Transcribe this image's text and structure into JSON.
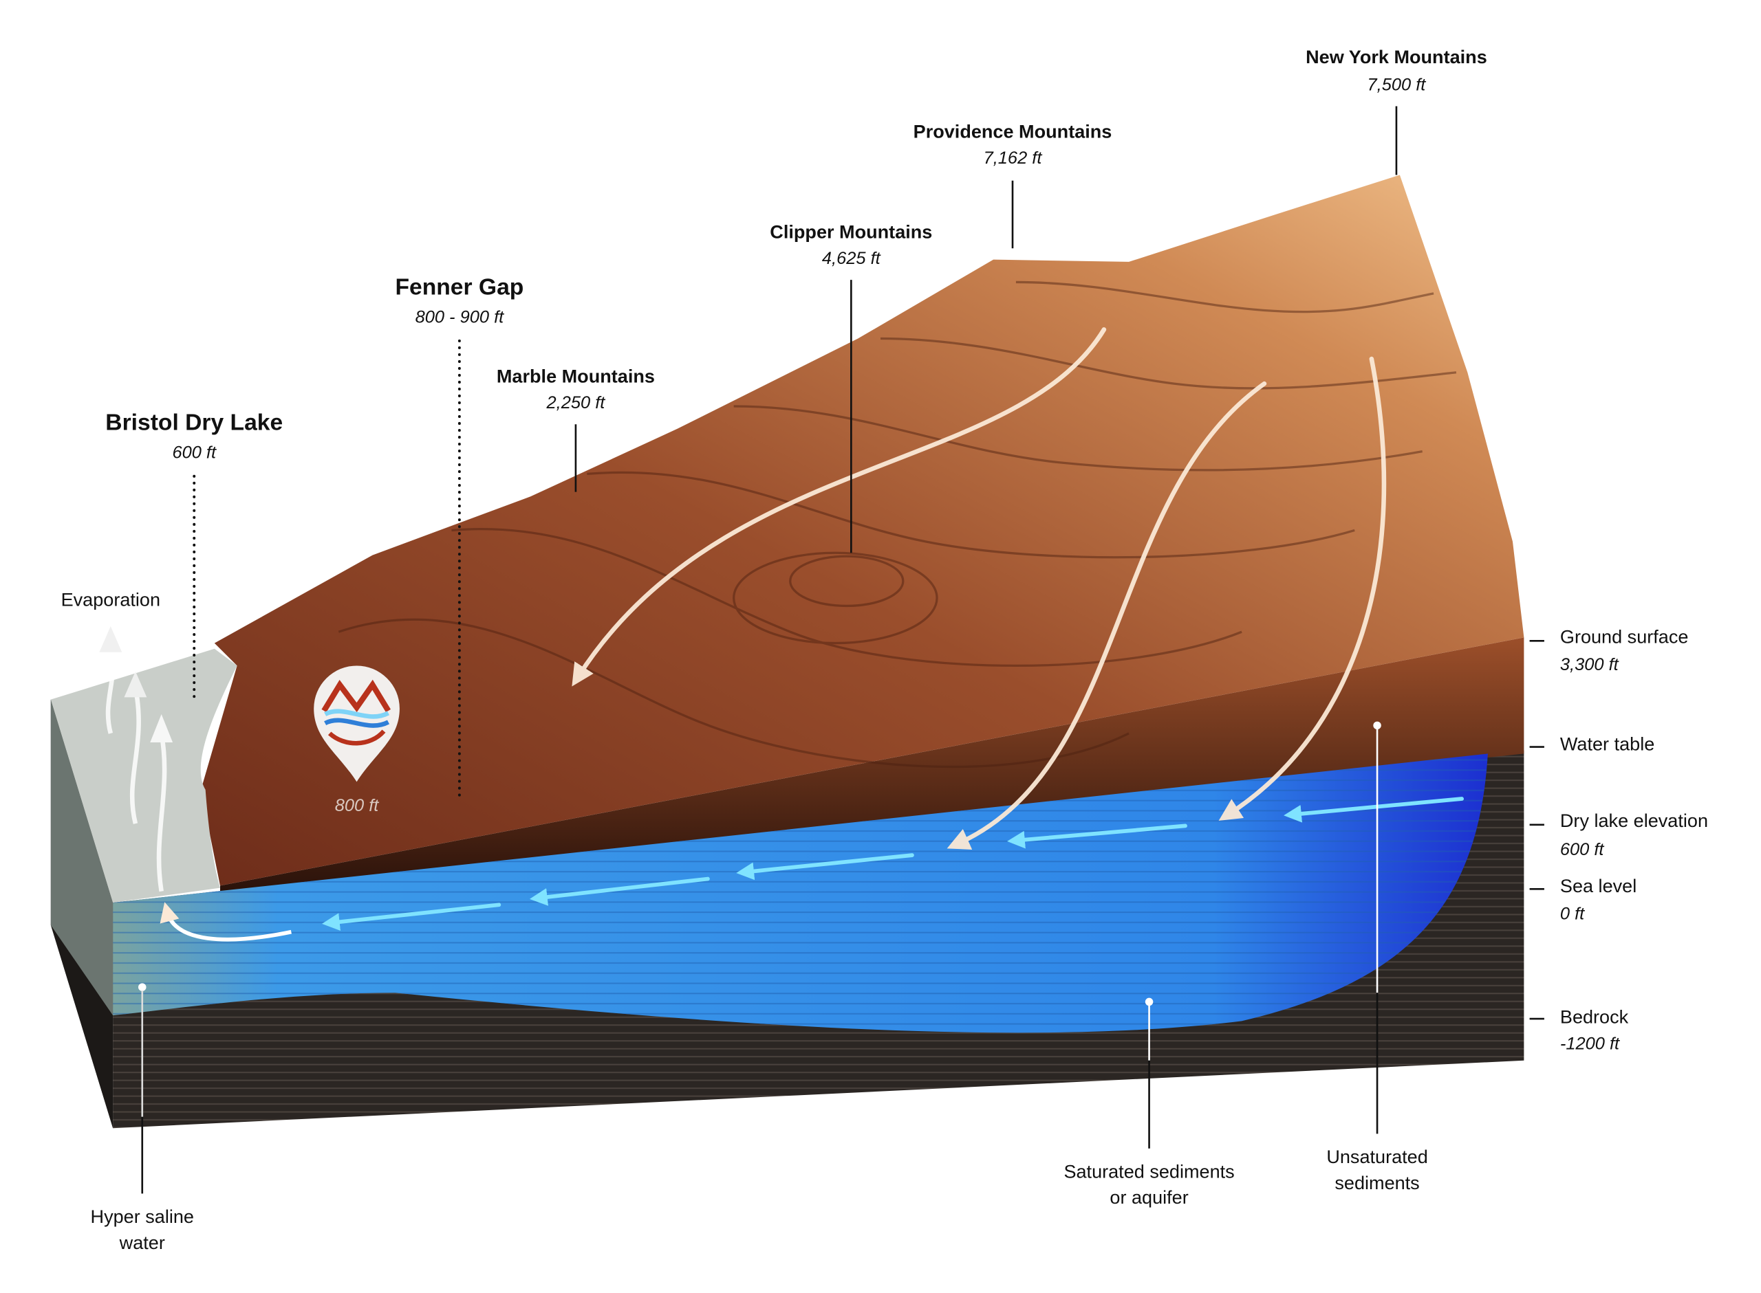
{
  "peaks": [
    {
      "name": "New York Mountains",
      "elevation": "7,500 ft"
    },
    {
      "name": "Providence Mountains",
      "elevation": "7,162 ft"
    },
    {
      "name": "Clipper Mountains",
      "elevation": "4,625 ft"
    },
    {
      "name": "Fenner Gap",
      "elevation": "800 - 900 ft"
    },
    {
      "name": "Marble Mountains",
      "elevation": "2,250 ft"
    },
    {
      "name": "Bristol Dry Lake",
      "elevation": "600 ft"
    }
  ],
  "evaporation": "Evaporation",
  "pin": {
    "elevation": "800 ft",
    "logo": "mountain-water-logo"
  },
  "levels": [
    {
      "name": "Ground surface",
      "value": "3,300 ft"
    },
    {
      "name": "Water table",
      "value": ""
    },
    {
      "name": "Dry lake elevation",
      "value": "600 ft"
    },
    {
      "name": "Sea level",
      "value": "0 ft"
    },
    {
      "name": "Bedrock",
      "value": "-1200 ft"
    }
  ],
  "bottom_labels": {
    "saturated": [
      "Saturated sediments",
      "or aquifer"
    ],
    "unsaturated": [
      "Unsaturated",
      "sediments"
    ],
    "hypersaline": [
      "Hyper saline",
      "water"
    ]
  },
  "colors": {
    "terrain": "#b8653a",
    "aquifer": "#3a8fe6",
    "bedrock": "#2b2623",
    "lake": "#c9cec9",
    "flow": "#7fe3ff"
  }
}
